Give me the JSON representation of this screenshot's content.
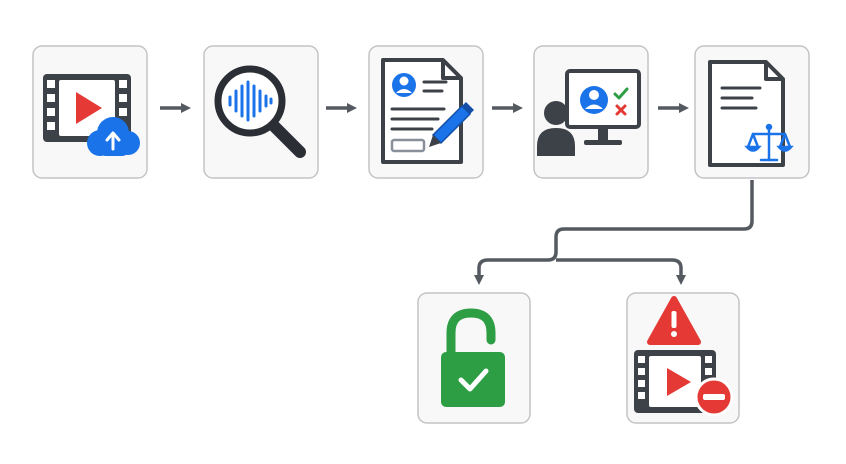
{
  "diagram": {
    "type": "flowchart",
    "direction": "left-to-right-then-branch",
    "colors": {
      "card_fill": "#f8f8f8",
      "card_border": "#c4c4c4",
      "dark_icon": "#3d4249",
      "blue_accent": "#1a73e8",
      "red_accent": "#e53935",
      "green_accent": "#2e9e44",
      "connector": "#555a60"
    },
    "nodes": [
      {
        "id": "upload",
        "icon": "video-upload-icon"
      },
      {
        "id": "analysis",
        "icon": "audio-search-icon"
      },
      {
        "id": "profile-form",
        "icon": "profile-form-edit-icon"
      },
      {
        "id": "review",
        "icon": "human-review-icon"
      },
      {
        "id": "policy",
        "icon": "legal-document-icon"
      },
      {
        "id": "approved",
        "icon": "unlocked-approved-icon"
      },
      {
        "id": "blocked",
        "icon": "video-blocked-icon"
      }
    ],
    "edges": [
      {
        "from": "upload",
        "to": "analysis"
      },
      {
        "from": "analysis",
        "to": "profile-form"
      },
      {
        "from": "profile-form",
        "to": "review"
      },
      {
        "from": "review",
        "to": "policy"
      },
      {
        "from": "policy",
        "to": "approved"
      },
      {
        "from": "policy",
        "to": "blocked"
      }
    ]
  }
}
